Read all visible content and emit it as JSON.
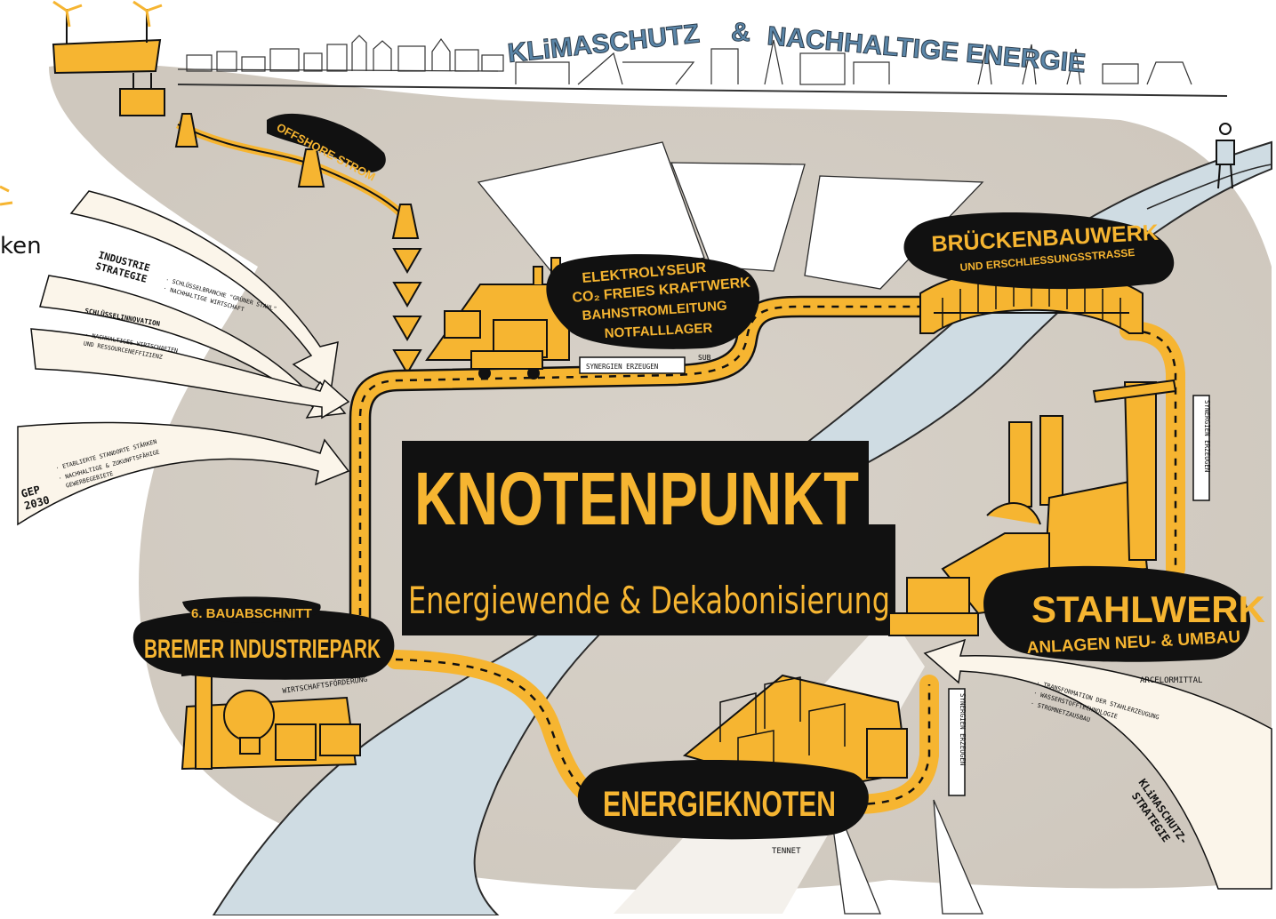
{
  "header": {
    "title_part1": "KLiMASCHUTZ",
    "title_amp": "&",
    "title_part2": "NACHHALTIGE ENERGIE"
  },
  "offshore_label": "OFFSHORE-STROM",
  "left_fragment": "ken",
  "strategies": {
    "industry": {
      "title_line1": "INDUSTRIE",
      "title_line2": "STRATEGIE",
      "bullet1": "· SCHLÜSSELBRANCHE \"GRÜNER STAHL\"",
      "bullet2": "· NACHHALTIGE WIRTSCHAFT"
    },
    "innovation": {
      "title": "SCHLÜSSELINNOVATION",
      "bullet1": "· NACHHALTIGES WIRTSCHAFTEN",
      "bullet2": "UND RESSOURCENEFFIZIENZ"
    },
    "gep": {
      "title_line1": "GEP",
      "title_line2": "2030",
      "bullet1": "· ETABLIERTE STANDORTE STÄRKEN",
      "bullet2": "· NACHHALTIGE & ZUKUNFTSFÄHIGE",
      "bullet3": "GEWERBEGEBIETE"
    },
    "climate": {
      "title_line1": "KLiMASCHUTZ-",
      "title_line2": "STRATEGIE",
      "bullet1": "· TRANSFORMATION DER STAHLERZEUGUNG",
      "bullet2": "· WASSERSTOFFTECHNOLOGIE",
      "bullet3": "· STROMNETZAUSBAU"
    }
  },
  "center": {
    "title": "KNOTENPUNKT",
    "subtitle": "Energiewende & Dekabonisierung"
  },
  "elektrolyseur": {
    "lines": [
      "ELEKTROLYSEUR",
      "CO₂ FREIES KRAFTWERK",
      "BAHNSTROMLEITUNG",
      "NOTFALLLAGER"
    ],
    "sign": "SYNERGIEN ERZEUGEN",
    "partner": "SUB"
  },
  "bridge": {
    "title": "BRÜCKENBAUWERK",
    "subtitle": "UND ERSCHLIESSUNGSSTRASSE"
  },
  "stahlwerk": {
    "title": "STAHLWERK",
    "subtitle": "ANLAGEN NEU- & UMBAU",
    "partner": "ARCELORMITTAL",
    "sign": "SYNERGIEN ERZEUGEN"
  },
  "industriepark": {
    "line1": "6. BAUABSCHNITT",
    "line2": "BREMER INDUSTRIEPARK",
    "partner": "WIRTSCHAFTSFÖRDERUNG"
  },
  "energieknoten": {
    "title": "ENERGIEKNOTEN",
    "partner": "TENNET",
    "sign": "SYNERGIEN ERZEUGEN"
  },
  "colors": {
    "yellow": "#F6B531",
    "black": "#111111",
    "river": "#CFDCE3",
    "ground": "#D5CFC6",
    "cream": "#FBF5EA",
    "header_blue": "#5B86A8"
  }
}
